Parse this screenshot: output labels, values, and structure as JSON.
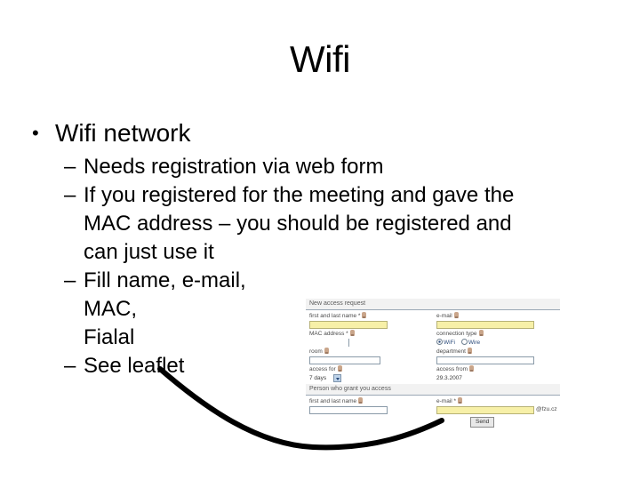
{
  "slide": {
    "title": "Wifi",
    "bullets": [
      {
        "level": 1,
        "marker": "•",
        "text": "Wifi network"
      }
    ],
    "sub_bullets": [
      {
        "marker": "–",
        "text": "Needs registration via web form"
      },
      {
        "marker": "–",
        "text": "If you registered for the meeting and gave the"
      },
      {
        "marker": "",
        "text": "MAC address – you should be registered and"
      },
      {
        "marker": "",
        "text": "can just use it"
      },
      {
        "marker": "–",
        "text": "Fill name, e-mail,"
      },
      {
        "marker": "",
        "text": "MAC,"
      },
      {
        "marker": "",
        "text": "Fialal"
      },
      {
        "marker": "–",
        "text": "See leaflet"
      }
    ]
  },
  "form_screenshot": {
    "sections": [
      {
        "title": "New access request"
      },
      {
        "title": "Person who grant you access"
      }
    ],
    "fields": {
      "first_last_name": "first and last name *",
      "email": "e-mail",
      "mac_address": "MAC address *",
      "connection_type": "connection type",
      "room": "room",
      "department": "department",
      "access_for": "access for",
      "access_from": "access from",
      "grantor_name": "first and last name",
      "grantor_email": "e-mail *"
    },
    "values": {
      "access_for": "7 days",
      "access_from": "29.3.2007",
      "email_domain": "@fzu.cz"
    },
    "radio_options": [
      {
        "label": "WiFi",
        "selected": true
      },
      {
        "label": "Wire",
        "selected": false
      }
    ],
    "send_button": "Send",
    "colors": {
      "required_field": "#f7f0a8",
      "section_bar": "#f2f2f2",
      "field_border": "#8a9aa8",
      "select_arrow": "#bfd4ea"
    }
  }
}
